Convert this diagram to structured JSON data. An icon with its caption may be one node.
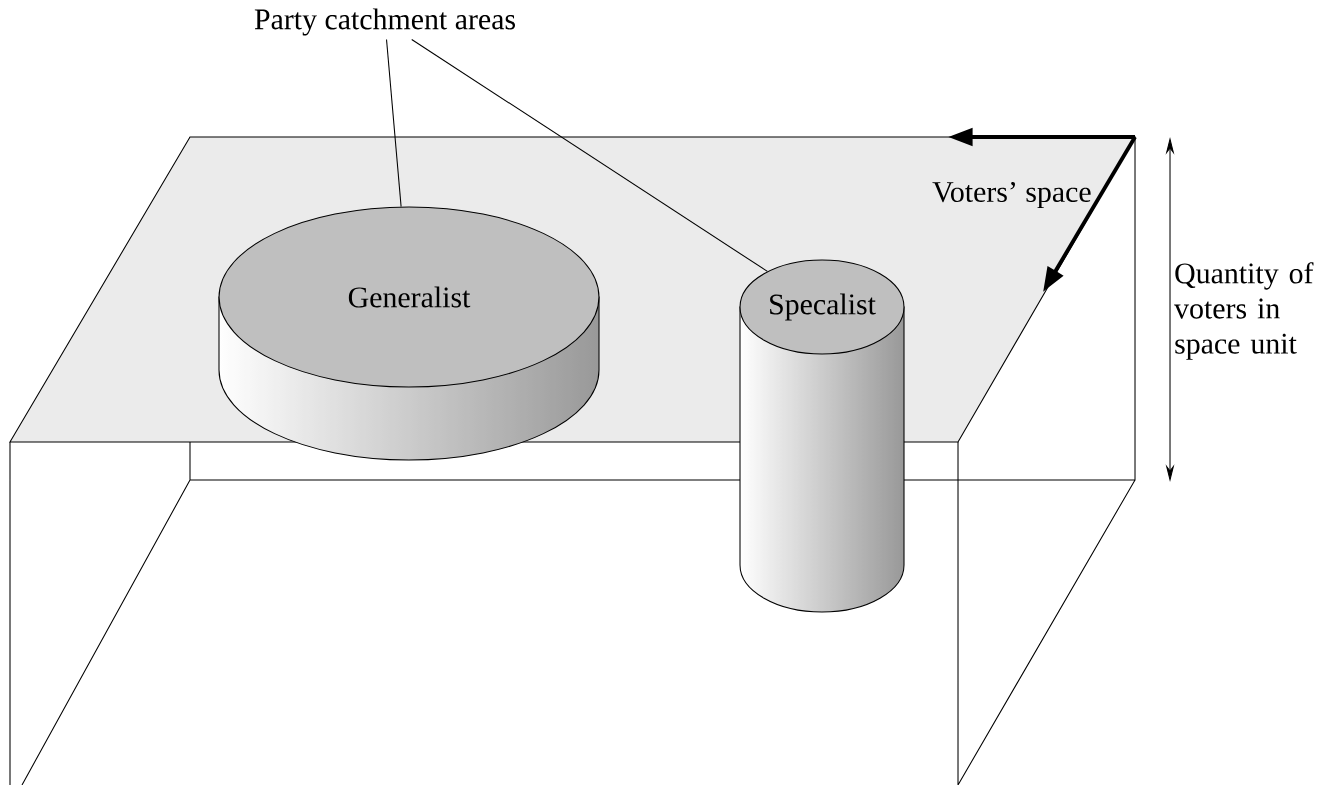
{
  "diagram": {
    "nodes": [
      {
        "text": [
          "Party catchment areas"
        ]
      },
      {
        "text": [
          "Generalist"
        ]
      },
      {
        "text": [
          "Specalist"
        ]
      }
    ],
    "edges": [
      {
        "from": 0,
        "to": 1,
        "arrow": "none"
      },
      {
        "from": 0,
        "to": 2,
        "arrow": "none"
      }
    ],
    "labels": [
      "Voters’ space",
      "Quantity of voters in space unit"
    ]
  }
}
